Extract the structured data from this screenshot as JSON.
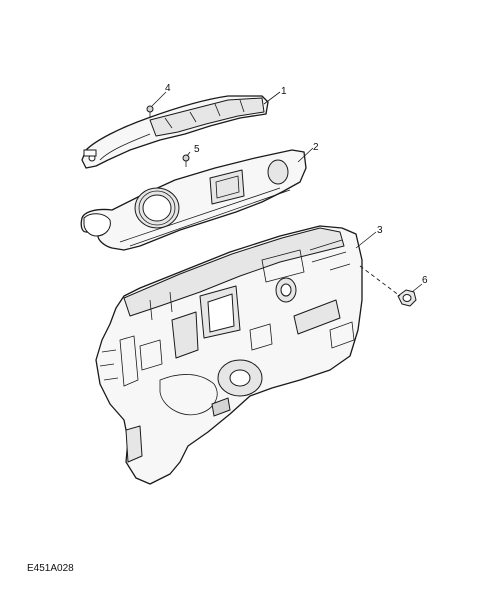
{
  "callouts": [
    {
      "id": "callout-1",
      "label": "1"
    },
    {
      "id": "callout-2",
      "label": "2"
    },
    {
      "id": "callout-3",
      "label": "3"
    },
    {
      "id": "callout-4",
      "label": "4"
    },
    {
      "id": "callout-5",
      "label": "5"
    },
    {
      "id": "callout-6",
      "label": "6"
    }
  ],
  "reference_code": "E451A028"
}
